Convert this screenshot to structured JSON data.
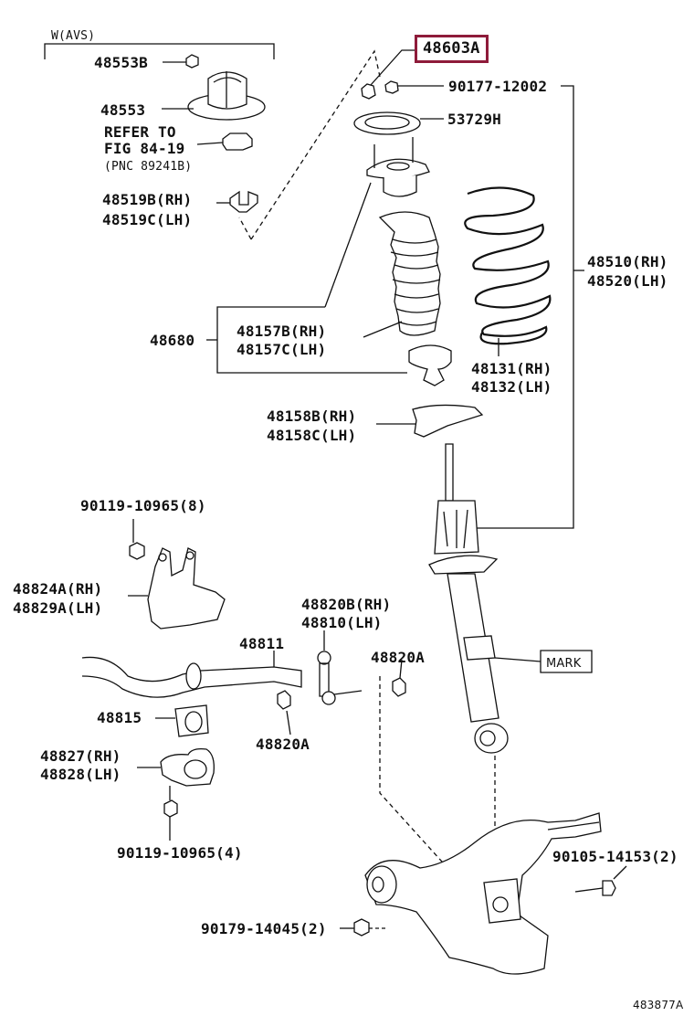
{
  "labels": {
    "w_avs": "W(AVS)",
    "p48553B": "48553B",
    "p48553": "48553",
    "refer_to": "REFER TO",
    "fig": "FIG 84-19",
    "pnc": "(PNC 89241B)",
    "p48519B": "48519B(RH)",
    "p48519C": "48519C(LH)",
    "p48603A": "48603A",
    "p90177": "90177-12002",
    "p53729H": "53729H",
    "p48510": "48510(RH)",
    "p48520": "48520(LH)",
    "p48680": "48680",
    "p48157B": "48157B(RH)",
    "p48157C": "48157C(LH)",
    "p48131": "48131(RH)",
    "p48132": "48132(LH)",
    "p48158B": "48158B(RH)",
    "p48158C": "48158C(LH)",
    "p90119_8": "90119-10965(8)",
    "p48824A": "48824A(RH)",
    "p48829A": "48829A(LH)",
    "p48820B": "48820B(RH)",
    "p48810": "48810(LH)",
    "p48811": "48811",
    "p48820A_top": "48820A",
    "mark": "MARK",
    "p48815": "48815",
    "p48820A_bot": "48820A",
    "p48827": "48827(RH)",
    "p48828": "48828(LH)",
    "p90119_4": "90119-10965(4)",
    "p90105": "90105-14153(2)",
    "p90179": "90179-14045(2)",
    "figure_id": "483877A"
  },
  "highlight_color": "#8e1b3a"
}
